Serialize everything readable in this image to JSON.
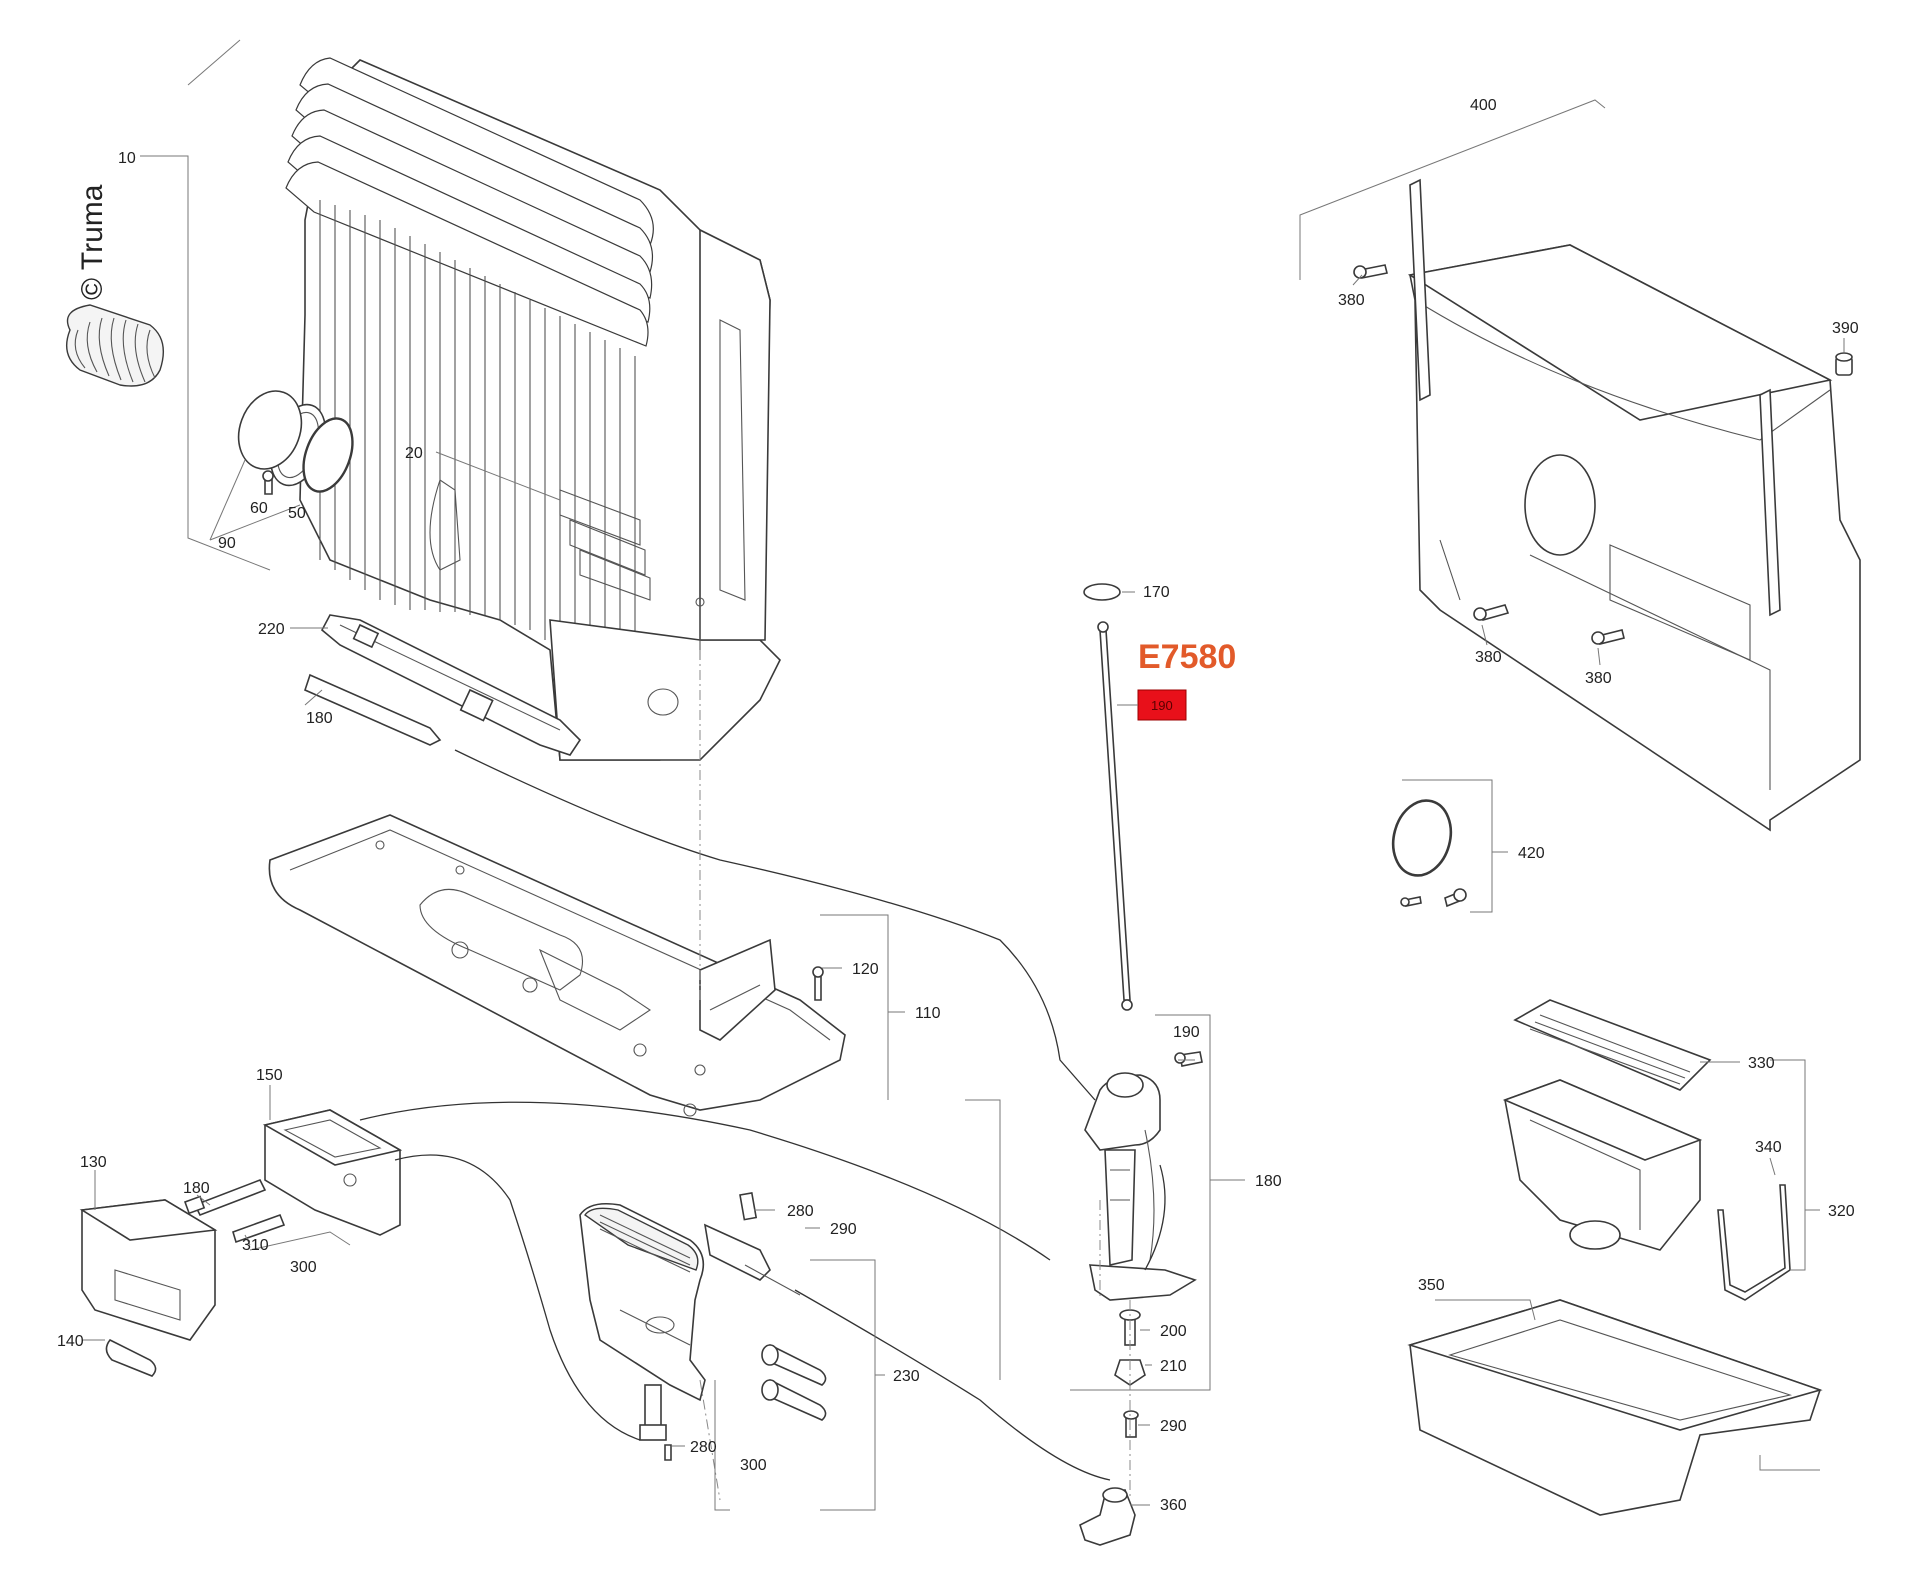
{
  "brand": "© Truma",
  "highlight_code": "E7580",
  "highlight_color": "#e8101a",
  "code_color": "#e25a2a",
  "highlighted_part": "190",
  "labels": {
    "l10": "10",
    "l20": "20",
    "l50": "50",
    "l60": "60",
    "l90": "90",
    "l110": "110",
    "l120": "120",
    "l130": "130",
    "l140": "140",
    "l150": "150",
    "l170": "170",
    "l180_a": "180",
    "l180_b": "180",
    "l180_c": "180",
    "l190": "190",
    "l200": "200",
    "l210": "210",
    "l220": "220",
    "l230": "230",
    "l280_a": "280",
    "l280_b": "280",
    "l290_a": "290",
    "l290_b": "290",
    "l300_a": "300",
    "l300_b": "300",
    "l310": "310",
    "l320": "320",
    "l330": "330",
    "l340": "340",
    "l350": "350",
    "l360": "360",
    "l380_a": "380",
    "l380_b": "380",
    "l380_c": "380",
    "l390": "390",
    "l400": "400",
    "l420": "420"
  }
}
